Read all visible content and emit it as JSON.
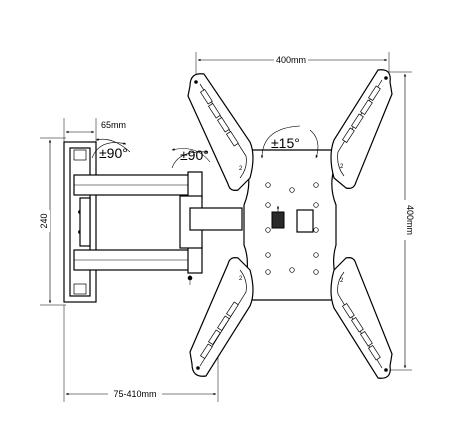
{
  "dimensions": {
    "width_top": "400mm",
    "height_right": "400mm",
    "wall_plate_depth": "65mm",
    "wall_plate_height": "240",
    "extension": "75-410mm"
  },
  "rotations": {
    "swivel_wall": "±90°",
    "swivel_arm": "±90°",
    "tilt": "±15°"
  },
  "bracket_labels": {
    "slot_number": "2"
  }
}
